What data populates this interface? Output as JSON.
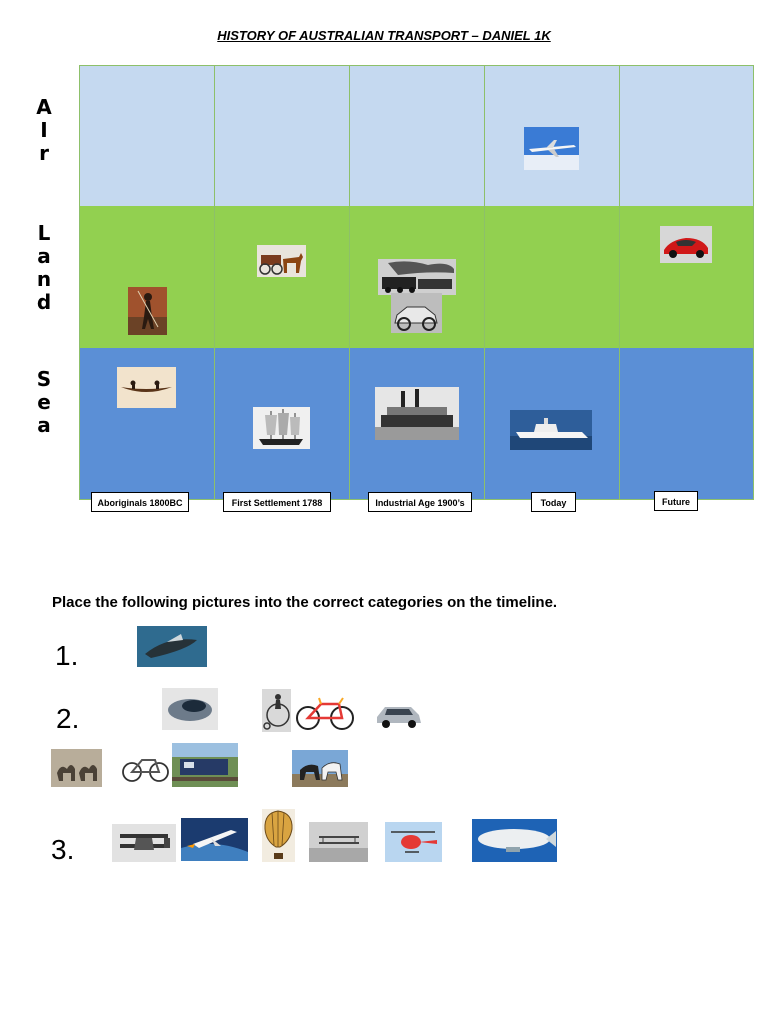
{
  "title": "HISTORY OF AUSTRALIAN TRANSPORT – DANIEL 1K",
  "rows": {
    "air": [
      "A",
      "I",
      "r"
    ],
    "land": [
      "L",
      "a",
      "n",
      "d"
    ],
    "sea": [
      "S",
      "e",
      "a"
    ]
  },
  "eras": [
    "Aboriginals 1800BC",
    "First Settlement 1788",
    "Industrial Age 1900’s",
    "Today",
    "Future"
  ],
  "instruction": "Place the following pictures into the correct categories on the timeline.",
  "numbers": [
    "1.",
    "2.",
    "3."
  ],
  "colors": {
    "air": "#c5d9f0",
    "land": "#92d050",
    "sea": "#5b8fd6"
  }
}
